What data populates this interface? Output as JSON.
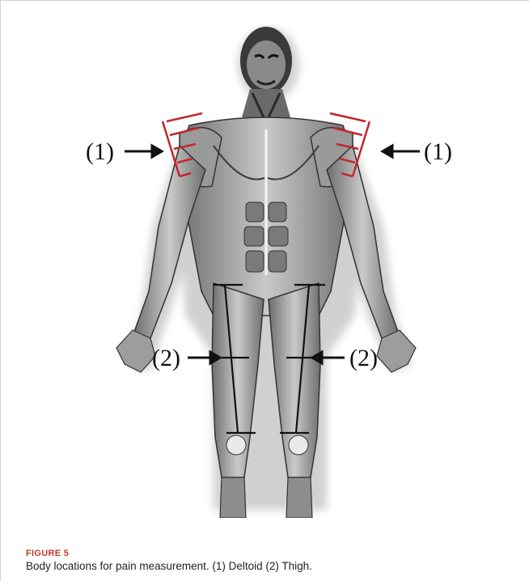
{
  "figure": {
    "label": "FIGURE 5",
    "caption": "Body locations for pain measurement. (1) Deltoid (2) Thigh.",
    "markers": {
      "left_deltoid": "(1)",
      "right_deltoid": "(1)",
      "left_thigh": "(2)",
      "right_thigh": "(2)"
    }
  },
  "colors": {
    "accent": "#c0392b",
    "marker_red": "#c0282d"
  }
}
